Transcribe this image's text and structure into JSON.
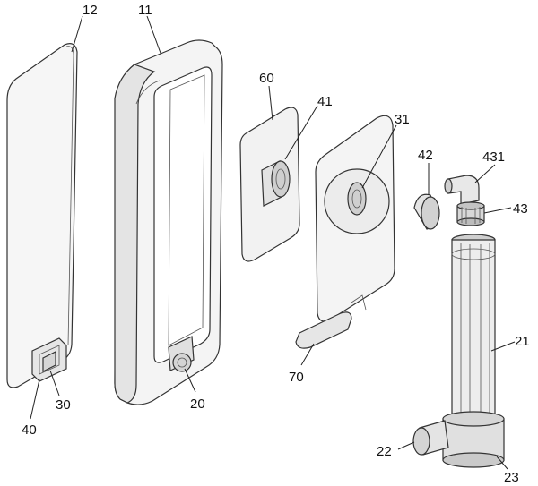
{
  "labels": {
    "l12": "12",
    "l11": "11",
    "l60": "60",
    "l41": "41",
    "l31": "31",
    "l42": "42",
    "l431": "431",
    "l43": "43",
    "l21": "21",
    "l70": "70",
    "l20": "20",
    "l30": "30",
    "l40": "40",
    "l22": "22",
    "l23": "23"
  },
  "colors": {
    "line": "#333333",
    "fill_light": "#f4f4f4",
    "fill_mid": "#e2e2e2",
    "fill_dark": "#b9b9b9",
    "background": "#ffffff"
  }
}
